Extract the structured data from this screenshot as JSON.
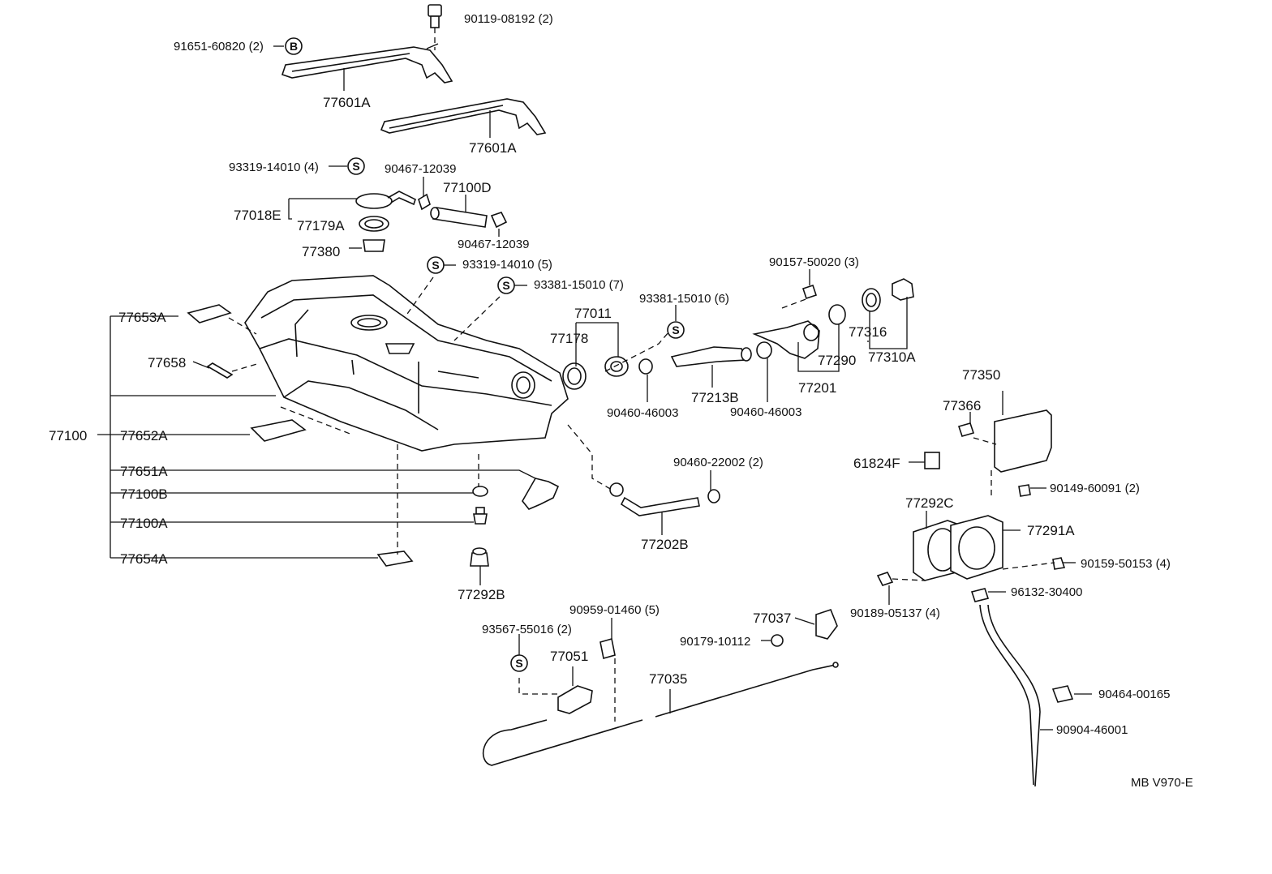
{
  "diagram": {
    "code": "MB V970-E",
    "symbol_s": "S",
    "symbol_b": "B",
    "labels": {
      "p90119": "90119-08192 (2)",
      "p91651": "91651-60820 (2)",
      "p77601a_1": "77601A",
      "p77601a_2": "77601A",
      "p93319_4": "93319-14010 (4)",
      "p90467_a": "90467-12039",
      "p77100d": "77100D",
      "p77018e": "77018E",
      "p77179a": "77179A",
      "p90467_b": "90467-12039",
      "p77380": "77380",
      "p93319_5": "93319-14010 (5)",
      "p93381_7": "93381-15010 (7)",
      "p90157": "90157-50020 (3)",
      "p93381_6": "93381-15010 (6)",
      "p77011": "77011",
      "p77178": "77178",
      "p77316": "77316",
      "p77310a": "77310A",
      "p77290": "77290",
      "p77213b": "77213B",
      "p77201": "77201",
      "p90460_46003_a": "90460-46003",
      "p90460_46003_b": "90460-46003",
      "p77653a": "77653A",
      "p77658": "77658",
      "p77100": "77100",
      "p77652a": "77652A",
      "p77651a": "77651A",
      "p77100b": "77100B",
      "p77100a": "77100A",
      "p77654a": "77654A",
      "p77292b": "77292B",
      "p77350": "77350",
      "p77366": "77366",
      "p61824f": "61824F",
      "p90149": "90149-60091 (2)",
      "p90460_22002": "90460-22002 (2)",
      "p77202b": "77202B",
      "p77292c": "77292C",
      "p77291a": "77291A",
      "p90159": "90159-50153 (4)",
      "p90189": "90189-05137 (4)",
      "p96132": "96132-30400",
      "p90959": "90959-01460 (5)",
      "p93567": "93567-55016 (2)",
      "p77037": "77037",
      "p90179": "90179-10112",
      "p77051": "77051",
      "p77035": "77035",
      "p90464": "90464-00165",
      "p90904": "90904-46001"
    }
  }
}
